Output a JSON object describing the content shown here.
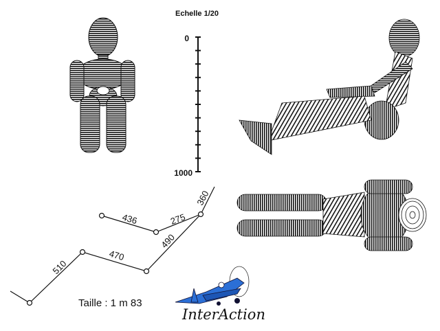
{
  "scale": {
    "title": "Echelle 1/20",
    "min_label": "0",
    "max_label": "1000",
    "ticks": 11
  },
  "segments": {
    "s510": "510",
    "s470": "470",
    "s490": "490",
    "s436": "436",
    "s275": "275",
    "s360": "360"
  },
  "taille": "Taille : 1 m 83",
  "logo": {
    "text": "InterAction",
    "color": "#2b6fd6"
  },
  "colors": {
    "ink": "#111111"
  }
}
